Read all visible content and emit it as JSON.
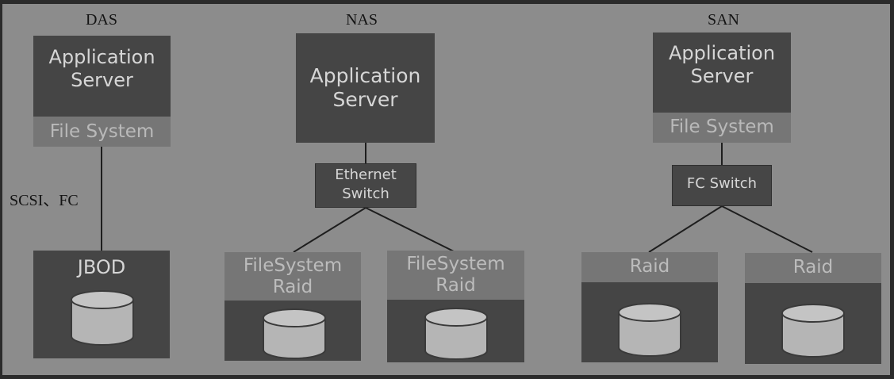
{
  "das": {
    "title": "DAS",
    "app_server_line1": "Application",
    "app_server_line2": "Server",
    "file_system": "File System",
    "link_label": "SCSI、FC",
    "storage": "JBOD"
  },
  "nas": {
    "title": "NAS",
    "app_server_line1": "Application",
    "app_server_line2": "Server",
    "switch_line1": "Ethernet",
    "switch_line2": "Switch",
    "storage_left_line1": "FileSystem",
    "storage_left_line2": "Raid",
    "storage_right_line1": "FileSystem",
    "storage_right_line2": "Raid"
  },
  "san": {
    "title": "SAN",
    "app_server_line1": "Application",
    "app_server_line2": "Server",
    "file_system": "File System",
    "switch": "FC Switch",
    "storage_left": "Raid",
    "storage_right": "Raid"
  },
  "colors": {
    "background": "#8c8c8c",
    "frame": "#2b2b2b",
    "dark_box": "#454545",
    "light_box": "#767676",
    "disk": "#b5b5b5"
  }
}
